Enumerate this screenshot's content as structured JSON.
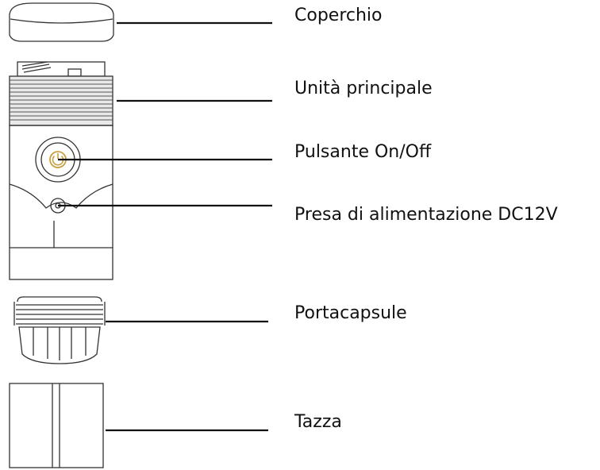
{
  "parts": [
    {
      "label": "Coperchio"
    },
    {
      "label": "Unità principale"
    },
    {
      "label": "Pulsante On/Off"
    },
    {
      "label": "Presa di alimentazione DC12V"
    },
    {
      "label": "Portacapsule"
    },
    {
      "label": "Tazza"
    }
  ],
  "colors": {
    "line": "#111111",
    "stroke": "#333333",
    "accent": "#c9a046",
    "background": "#ffffff"
  }
}
